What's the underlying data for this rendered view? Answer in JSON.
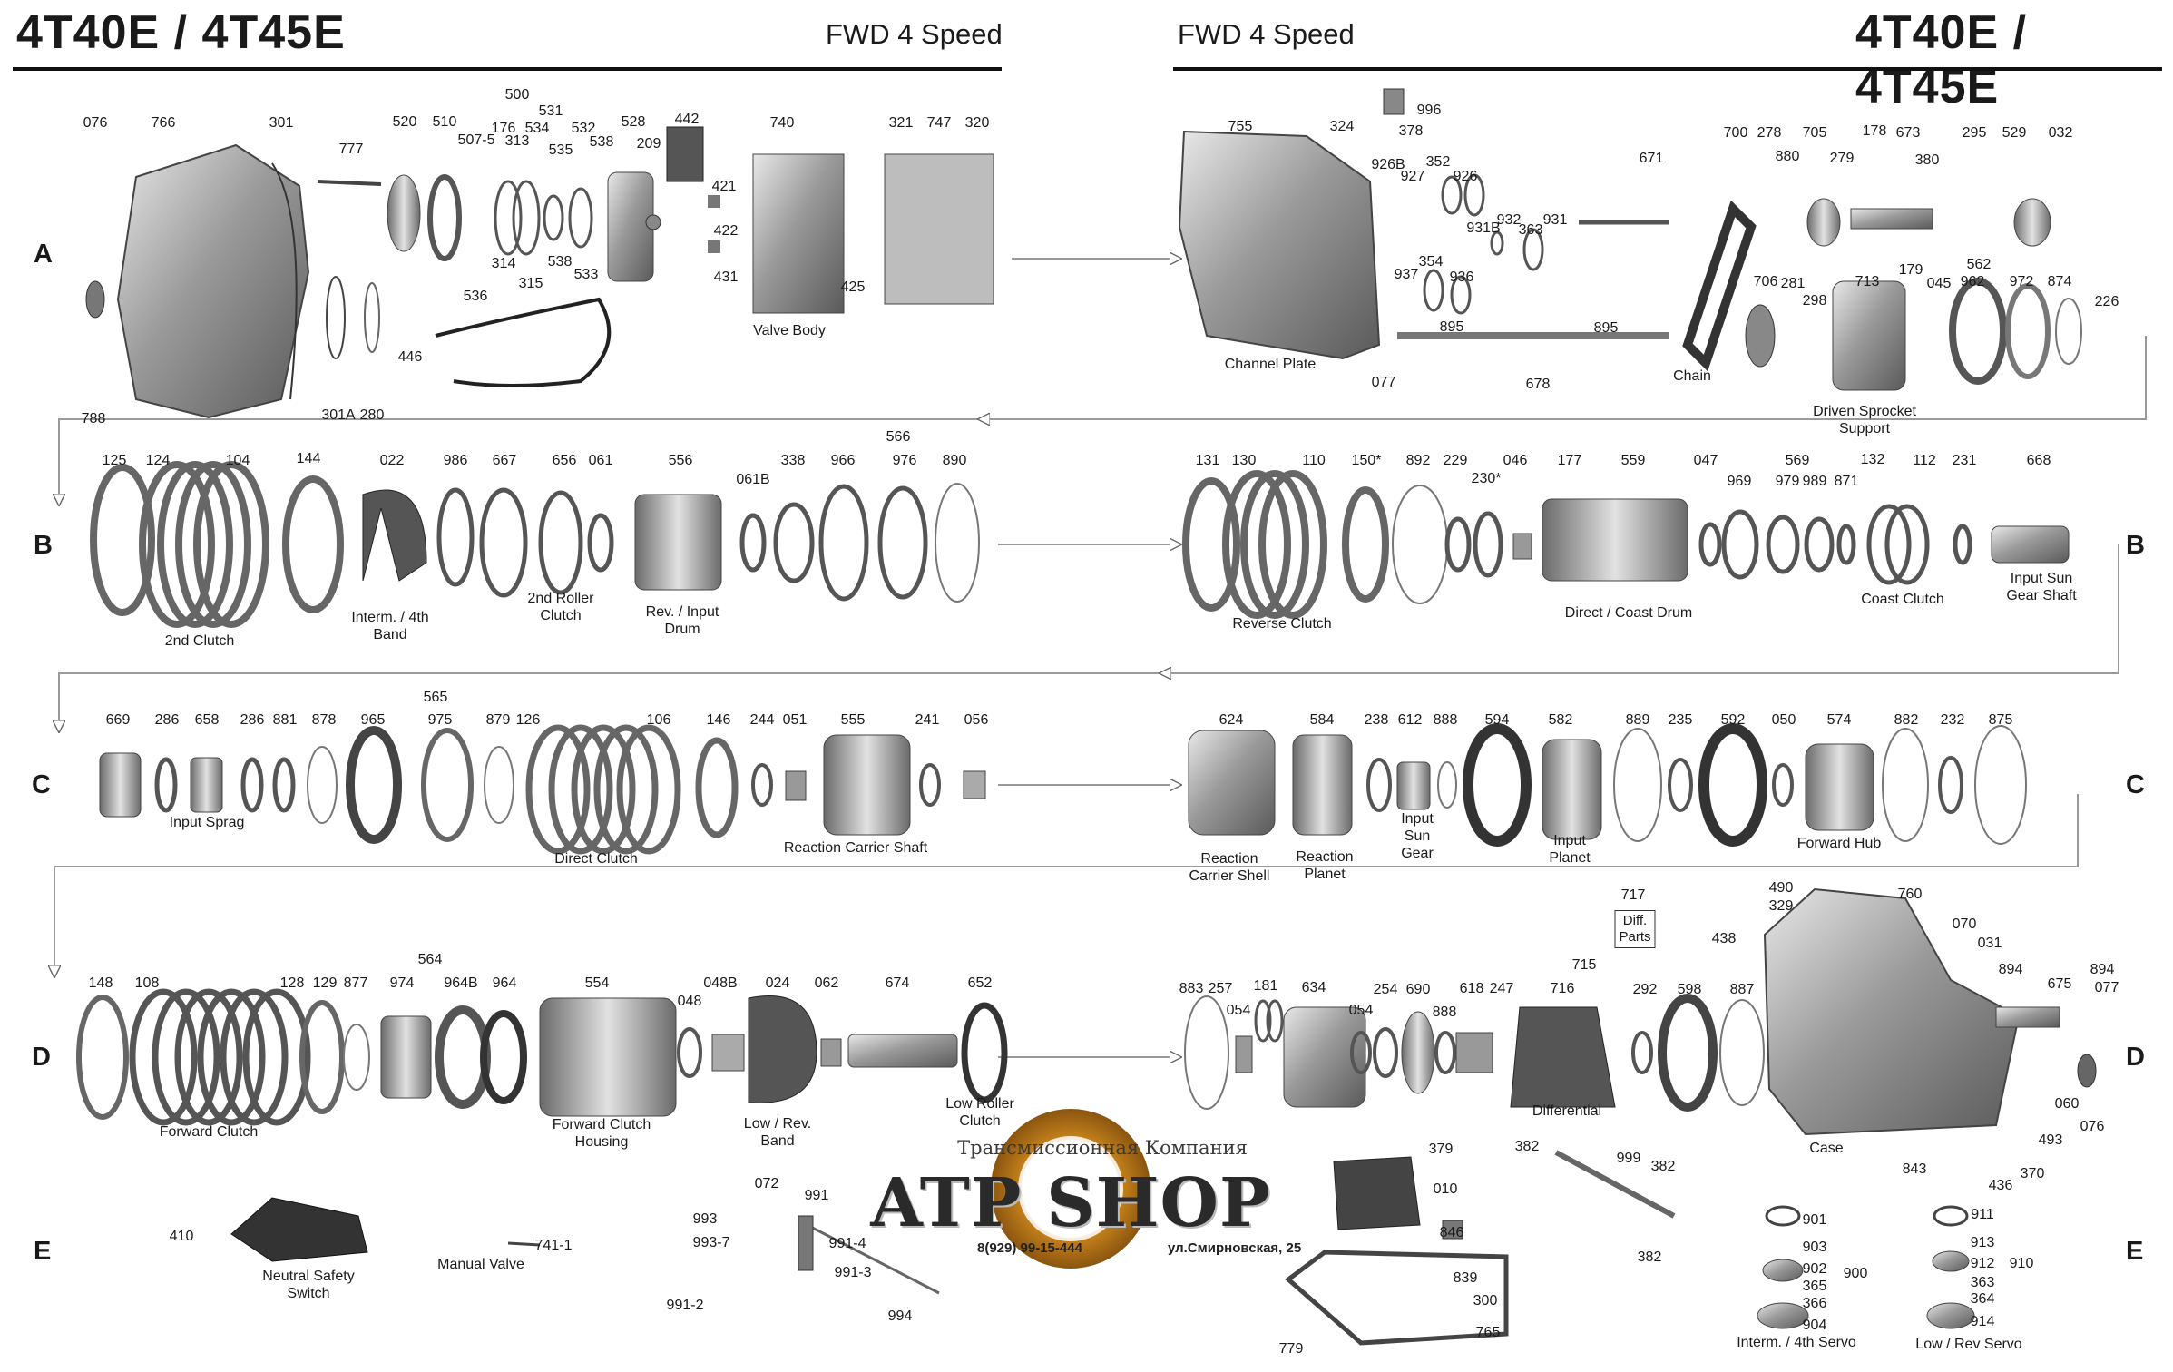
{
  "header": {
    "title_left": "4T40E / 4T45E",
    "subtitle_left": "FWD 4 Speed",
    "subtitle_right": "FWD 4 Speed",
    "title_right": "4T40E / 4T45E"
  },
  "row_letters": [
    "A",
    "B",
    "C",
    "D",
    "E"
  ],
  "part_numbers": [
    {
      "id": "p076a",
      "text": "076"
    },
    {
      "id": "p766",
      "text": "766"
    },
    {
      "id": "p301",
      "text": "301"
    },
    {
      "id": "p777",
      "text": "777"
    },
    {
      "id": "p520",
      "text": "520"
    },
    {
      "id": "p510",
      "text": "510"
    },
    {
      "id": "p500",
      "text": "500"
    },
    {
      "id": "p531",
      "text": "531"
    },
    {
      "id": "p507_5",
      "text": "507-5"
    },
    {
      "id": "p176",
      "text": "176"
    },
    {
      "id": "p313",
      "text": "313"
    },
    {
      "id": "p534",
      "text": "534"
    },
    {
      "id": "p535",
      "text": "535"
    },
    {
      "id": "p532",
      "text": "532"
    },
    {
      "id": "p538a",
      "text": "538"
    },
    {
      "id": "p528",
      "text": "528"
    },
    {
      "id": "p209",
      "text": "209"
    },
    {
      "id": "p442",
      "text": "442"
    },
    {
      "id": "p421",
      "text": "421"
    },
    {
      "id": "p422",
      "text": "422"
    },
    {
      "id": "p431",
      "text": "431"
    },
    {
      "id": "p740",
      "text": "740"
    },
    {
      "id": "p425",
      "text": "425"
    },
    {
      "id": "p321",
      "text": "321"
    },
    {
      "id": "p747",
      "text": "747"
    },
    {
      "id": "p320",
      "text": "320"
    },
    {
      "id": "p314",
      "text": "314"
    },
    {
      "id": "p538b",
      "text": "538"
    },
    {
      "id": "p315",
      "text": "315"
    },
    {
      "id": "p533",
      "text": "533"
    },
    {
      "id": "p536",
      "text": "536"
    },
    {
      "id": "p446",
      "text": "446"
    },
    {
      "id": "p301a",
      "text": "301A"
    },
    {
      "id": "p280",
      "text": "280"
    },
    {
      "id": "p788",
      "text": "788"
    },
    {
      "id": "p755",
      "text": "755"
    },
    {
      "id": "p324",
      "text": "324"
    },
    {
      "id": "p996",
      "text": "996"
    },
    {
      "id": "p378",
      "text": "378"
    },
    {
      "id": "p926b",
      "text": "926B"
    },
    {
      "id": "p927",
      "text": "927"
    },
    {
      "id": "p352",
      "text": "352"
    },
    {
      "id": "p926",
      "text": "926"
    },
    {
      "id": "p932",
      "text": "932"
    },
    {
      "id": "p931",
      "text": "931"
    },
    {
      "id": "p931b",
      "text": "931B"
    },
    {
      "id": "p363",
      "text": "363"
    },
    {
      "id": "p671",
      "text": "671"
    },
    {
      "id": "p700",
      "text": "700"
    },
    {
      "id": "p278",
      "text": "278"
    },
    {
      "id": "p880",
      "text": "880"
    },
    {
      "id": "p705",
      "text": "705"
    },
    {
      "id": "p279",
      "text": "279"
    },
    {
      "id": "p178",
      "text": "178"
    },
    {
      "id": "p673",
      "text": "673"
    },
    {
      "id": "p380",
      "text": "380"
    },
    {
      "id": "p295",
      "text": "295"
    },
    {
      "id": "p529",
      "text": "529"
    },
    {
      "id": "p032",
      "text": "032"
    },
    {
      "id": "p937",
      "text": "937"
    },
    {
      "id": "p354",
      "text": "354"
    },
    {
      "id": "p936",
      "text": "936"
    },
    {
      "id": "p895a",
      "text": "895"
    },
    {
      "id": "p895b",
      "text": "895"
    },
    {
      "id": "p077a",
      "text": "077"
    },
    {
      "id": "p678",
      "text": "678"
    },
    {
      "id": "p706",
      "text": "706"
    },
    {
      "id": "p281",
      "text": "281"
    },
    {
      "id": "p298",
      "text": "298"
    },
    {
      "id": "p713",
      "text": "713"
    },
    {
      "id": "p179",
      "text": "179"
    },
    {
      "id": "p045",
      "text": "045"
    },
    {
      "id": "p562",
      "text": "562"
    },
    {
      "id": "p962",
      "text": "962"
    },
    {
      "id": "p972",
      "text": "972"
    },
    {
      "id": "p874",
      "text": "874"
    },
    {
      "id": "p226",
      "text": "226"
    },
    {
      "id": "p125",
      "text": "125"
    },
    {
      "id": "p124",
      "text": "124"
    },
    {
      "id": "p104",
      "text": "104"
    },
    {
      "id": "p144",
      "text": "144"
    },
    {
      "id": "p022",
      "text": "022"
    },
    {
      "id": "p986",
      "text": "986"
    },
    {
      "id": "p667",
      "text": "667"
    },
    {
      "id": "p656",
      "text": "656"
    },
    {
      "id": "p061",
      "text": "061"
    },
    {
      "id": "p556",
      "text": "556"
    },
    {
      "id": "p061b",
      "text": "061B"
    },
    {
      "id": "p338",
      "text": "338"
    },
    {
      "id": "p566",
      "text": "566"
    },
    {
      "id": "p966",
      "text": "966"
    },
    {
      "id": "p976",
      "text": "976"
    },
    {
      "id": "p890",
      "text": "890"
    },
    {
      "id": "p131",
      "text": "131"
    },
    {
      "id": "p130",
      "text": "130"
    },
    {
      "id": "p110",
      "text": "110"
    },
    {
      "id": "p150s",
      "text": "150*"
    },
    {
      "id": "p892",
      "text": "892"
    },
    {
      "id": "p229",
      "text": "229"
    },
    {
      "id": "p230s",
      "text": "230*"
    },
    {
      "id": "p046",
      "text": "046"
    },
    {
      "id": "p177",
      "text": "177"
    },
    {
      "id": "p559",
      "text": "559"
    },
    {
      "id": "p047",
      "text": "047"
    },
    {
      "id": "p569",
      "text": "569"
    },
    {
      "id": "p969",
      "text": "969"
    },
    {
      "id": "p979",
      "text": "979"
    },
    {
      "id": "p989",
      "text": "989"
    },
    {
      "id": "p871",
      "text": "871"
    },
    {
      "id": "p132",
      "text": "132"
    },
    {
      "id": "p112",
      "text": "112"
    },
    {
      "id": "p231",
      "text": "231"
    },
    {
      "id": "p668",
      "text": "668"
    },
    {
      "id": "p669",
      "text": "669"
    },
    {
      "id": "p286a",
      "text": "286"
    },
    {
      "id": "p658",
      "text": "658"
    },
    {
      "id": "p286b",
      "text": "286"
    },
    {
      "id": "p881",
      "text": "881"
    },
    {
      "id": "p878",
      "text": "878"
    },
    {
      "id": "p565",
      "text": "565"
    },
    {
      "id": "p965",
      "text": "965"
    },
    {
      "id": "p975",
      "text": "975"
    },
    {
      "id": "p879",
      "text": "879"
    },
    {
      "id": "p126",
      "text": "126"
    },
    {
      "id": "p106",
      "text": "106"
    },
    {
      "id": "p146",
      "text": "146"
    },
    {
      "id": "p244",
      "text": "244"
    },
    {
      "id": "p051",
      "text": "051"
    },
    {
      "id": "p555",
      "text": "555"
    },
    {
      "id": "p241",
      "text": "241"
    },
    {
      "id": "p056",
      "text": "056"
    },
    {
      "id": "p624",
      "text": "624"
    },
    {
      "id": "p584",
      "text": "584"
    },
    {
      "id": "p238",
      "text": "238"
    },
    {
      "id": "p612",
      "text": "612"
    },
    {
      "id": "p888a",
      "text": "888"
    },
    {
      "id": "p594",
      "text": "594"
    },
    {
      "id": "p582",
      "text": "582"
    },
    {
      "id": "p889",
      "text": "889"
    },
    {
      "id": "p235",
      "text": "235"
    },
    {
      "id": "p592",
      "text": "592"
    },
    {
      "id": "p050",
      "text": "050"
    },
    {
      "id": "p574",
      "text": "574"
    },
    {
      "id": "p882",
      "text": "882"
    },
    {
      "id": "p232",
      "text": "232"
    },
    {
      "id": "p875",
      "text": "875"
    },
    {
      "id": "p148",
      "text": "148"
    },
    {
      "id": "p108",
      "text": "108"
    },
    {
      "id": "p564",
      "text": "564"
    },
    {
      "id": "p128",
      "text": "128"
    },
    {
      "id": "p129",
      "text": "129"
    },
    {
      "id": "p877",
      "text": "877"
    },
    {
      "id": "p974",
      "text": "974"
    },
    {
      "id": "p964b",
      "text": "964B"
    },
    {
      "id": "p964",
      "text": "964"
    },
    {
      "id": "p554",
      "text": "554"
    },
    {
      "id": "p048",
      "text": "048"
    },
    {
      "id": "p048b",
      "text": "048B"
    },
    {
      "id": "p024",
      "text": "024"
    },
    {
      "id": "p062",
      "text": "062"
    },
    {
      "id": "p674",
      "text": "674"
    },
    {
      "id": "p652",
      "text": "652"
    },
    {
      "id": "p883",
      "text": "883"
    },
    {
      "id": "p257",
      "text": "257"
    },
    {
      "id": "p181",
      "text": "181"
    },
    {
      "id": "p054a",
      "text": "054"
    },
    {
      "id": "p634",
      "text": "634"
    },
    {
      "id": "p054b",
      "text": "054"
    },
    {
      "id": "p254",
      "text": "254"
    },
    {
      "id": "p690",
      "text": "690"
    },
    {
      "id": "p888b",
      "text": "888"
    },
    {
      "id": "p715",
      "text": "715"
    },
    {
      "id": "p618",
      "text": "618"
    },
    {
      "id": "p247",
      "text": "247"
    },
    {
      "id": "p716",
      "text": "716"
    },
    {
      "id": "p292",
      "text": "292"
    },
    {
      "id": "p598",
      "text": "598"
    },
    {
      "id": "p887",
      "text": "887"
    },
    {
      "id": "p717",
      "text": "717"
    },
    {
      "id": "p490",
      "text": "490"
    },
    {
      "id": "p329",
      "text": "329"
    },
    {
      "id": "p438",
      "text": "438"
    },
    {
      "id": "p760",
      "text": "760"
    },
    {
      "id": "p070",
      "text": "070"
    },
    {
      "id": "p031",
      "text": "031"
    },
    {
      "id": "p894a",
      "text": "894"
    },
    {
      "id": "p894b",
      "text": "894"
    },
    {
      "id": "p675",
      "text": "675"
    },
    {
      "id": "p077b",
      "text": "077"
    },
    {
      "id": "p060",
      "text": "060"
    },
    {
      "id": "p076b",
      "text": "076"
    },
    {
      "id": "p493",
      "text": "493"
    },
    {
      "id": "p843",
      "text": "843"
    },
    {
      "id": "p436",
      "text": "436"
    },
    {
      "id": "p370",
      "text": "370"
    },
    {
      "id": "p410",
      "text": "410"
    },
    {
      "id": "p741_1",
      "text": "741-1"
    },
    {
      "id": "p072",
      "text": "072"
    },
    {
      "id": "p991",
      "text": "991"
    },
    {
      "id": "p993",
      "text": "993"
    },
    {
      "id": "p993_7",
      "text": "993-7"
    },
    {
      "id": "p991_4",
      "text": "991-4"
    },
    {
      "id": "p991_3",
      "text": "991-3"
    },
    {
      "id": "p991_2",
      "text": "991-2"
    },
    {
      "id": "p994",
      "text": "994"
    },
    {
      "id": "p379",
      "text": "379"
    },
    {
      "id": "p010",
      "text": "010"
    },
    {
      "id": "p846",
      "text": "846"
    },
    {
      "id": "p839",
      "text": "839"
    },
    {
      "id": "p300",
      "text": "300"
    },
    {
      "id": "p765",
      "text": "765"
    },
    {
      "id": "p779",
      "text": "779"
    },
    {
      "id": "p382a",
      "text": "382"
    },
    {
      "id": "p999",
      "text": "999"
    },
    {
      "id": "p382b",
      "text": "382"
    },
    {
      "id": "p382c",
      "text": "382"
    },
    {
      "id": "p901",
      "text": "901"
    },
    {
      "id": "p903",
      "text": "903"
    },
    {
      "id": "p902",
      "text": "902"
    },
    {
      "id": "p365",
      "text": "365"
    },
    {
      "id": "p366",
      "text": "366"
    },
    {
      "id": "p904",
      "text": "904"
    },
    {
      "id": "p900",
      "text": "900"
    },
    {
      "id": "p911",
      "text": "911"
    },
    {
      "id": "p913",
      "text": "913"
    },
    {
      "id": "p912",
      "text": "912"
    },
    {
      "id": "p363b",
      "text": "363"
    },
    {
      "id": "p364",
      "text": "364"
    },
    {
      "id": "p914",
      "text": "914"
    },
    {
      "id": "p910",
      "text": "910"
    }
  ],
  "captions": {
    "valve_body": "Valve Body",
    "channel_plate": "Channel Plate",
    "chain": "Chain",
    "driven_sprocket_1": "Driven Sprocket",
    "driven_sprocket_2": "Support",
    "second_clutch": "2nd Clutch",
    "interm_band_1": "Interm. / 4th",
    "interm_band_2": "Band",
    "second_roller_1": "2nd Roller",
    "second_roller_2": "Clutch",
    "rev_input_1": "Rev. / Input",
    "rev_input_2": "Drum",
    "reverse_clutch": "Reverse Clutch",
    "direct_coast_drum": "Direct / Coast Drum",
    "coast_clutch": "Coast Clutch",
    "input_sun_shaft_1": "Input Sun",
    "input_sun_shaft_2": "Gear Shaft",
    "input_sprag": "Input Sprag",
    "direct_clutch": "Direct Clutch",
    "reaction_carrier_shaft": "Reaction Carrier Shaft",
    "reaction_carrier_shell_1": "Reaction",
    "reaction_carrier_shell_2": "Carrier Shell",
    "reaction_planet_1": "Reaction",
    "reaction_planet_2": "Planet",
    "input_sun_gear_1": "Input",
    "input_sun_gear_2": "Sun",
    "input_sun_gear_3": "Gear",
    "input_planet_1": "Input",
    "input_planet_2": "Planet",
    "forward_hub": "Forward Hub",
    "forward_clutch": "Forward Clutch",
    "fwd_housing_1": "Forward Clutch",
    "fwd_housing_2": "Housing",
    "low_rev_band_1": "Low / Rev.",
    "low_rev_band_2": "Band",
    "low_roller_1": "Low Roller",
    "low_roller_2": "Clutch",
    "differential": "Differential",
    "case": "Case",
    "diff_parts_1": "Diff.",
    "diff_parts_2": "Parts",
    "neutral_safety_1": "Neutral Safety",
    "neutral_safety_2": "Switch",
    "manual_valve": "Manual Valve",
    "interm_servo": "Interm. / 4th Servo",
    "low_rev_servo": "Low / Rev Servo"
  },
  "shop": {
    "tagline": "Трансмиссионная Компания",
    "name": "ATP SHOP",
    "phone": "8(929) 99-15-444",
    "address": "ул.Смирновская, 25",
    "accent_color": "#c8841c"
  },
  "colors": {
    "part_metal": "#8e8e8e",
    "part_dark": "#3a3a3a",
    "flow_arrow": "#777777",
    "rule": "#111111"
  }
}
